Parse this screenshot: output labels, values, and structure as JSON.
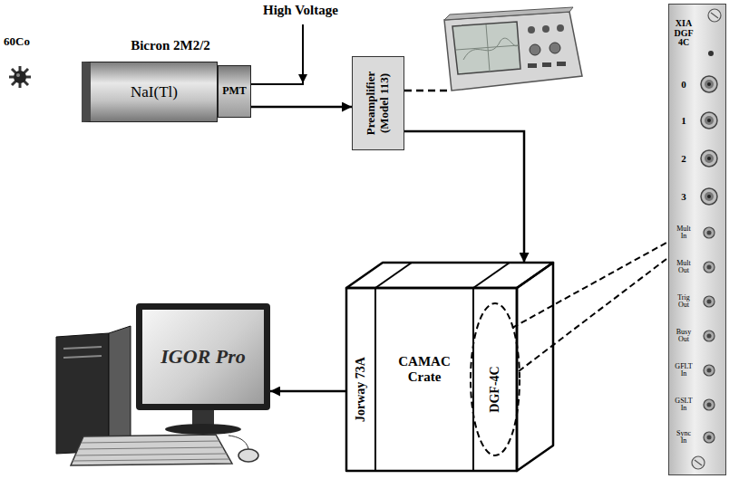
{
  "diagram": {
    "nodes": [
      {
        "text": [
          "Bicron 2M2/2",
          "NaI(Tl)"
        ]
      },
      {
        "text": [
          "PMT"
        ]
      },
      {
        "text": [
          "Preamplifier (Model 113)"
        ]
      },
      {
        "text": [
          "CAMAC Crate"
        ]
      },
      {
        "text": [
          "Jorway 73A"
        ],
        "in": 3
      },
      {
        "text": [
          "DGF-4C"
        ],
        "in": 3
      },
      {
        "text": [
          "IGOR Pro"
        ]
      },
      {
        "text": [
          "XIA DGF 4C",
          "0",
          "1",
          "2",
          "3",
          "Mult In",
          "Mult Out",
          "Trig Out",
          "Busy Out",
          "GFLT In",
          "GSLT In",
          "Sync In"
        ]
      }
    ],
    "edges": [
      {
        "from": 1,
        "to": 2,
        "arrow": "to"
      },
      {
        "from": 2,
        "to": 3,
        "arrow": "to"
      },
      {
        "from": 3,
        "to": 6,
        "arrow": "to"
      }
    ],
    "labels": [
      "60Co",
      "High Voltage"
    ]
  }
}
